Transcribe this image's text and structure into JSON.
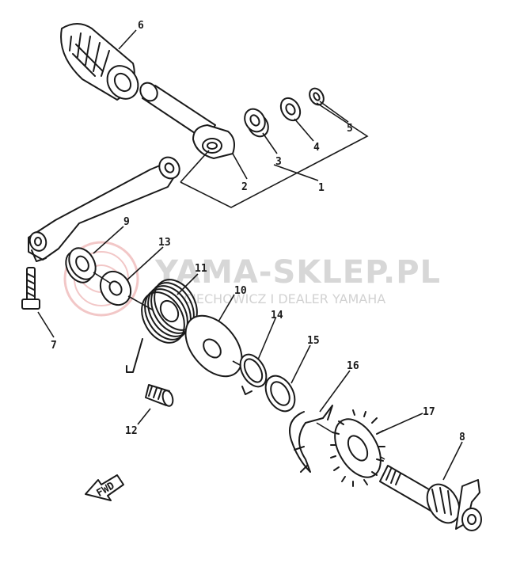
{
  "diagram": {
    "callouts": [
      "1",
      "2",
      "3",
      "4",
      "5",
      "6",
      "7",
      "8",
      "9",
      "10",
      "11",
      "12",
      "13",
      "14",
      "15",
      "16",
      "17"
    ],
    "fwd_label": "FWD"
  },
  "watermark": {
    "main": "YAMA-SKLEP.PL",
    "sub": "CIECHOWICZ I DEALER YAMAHA",
    "color": "#e08080"
  }
}
